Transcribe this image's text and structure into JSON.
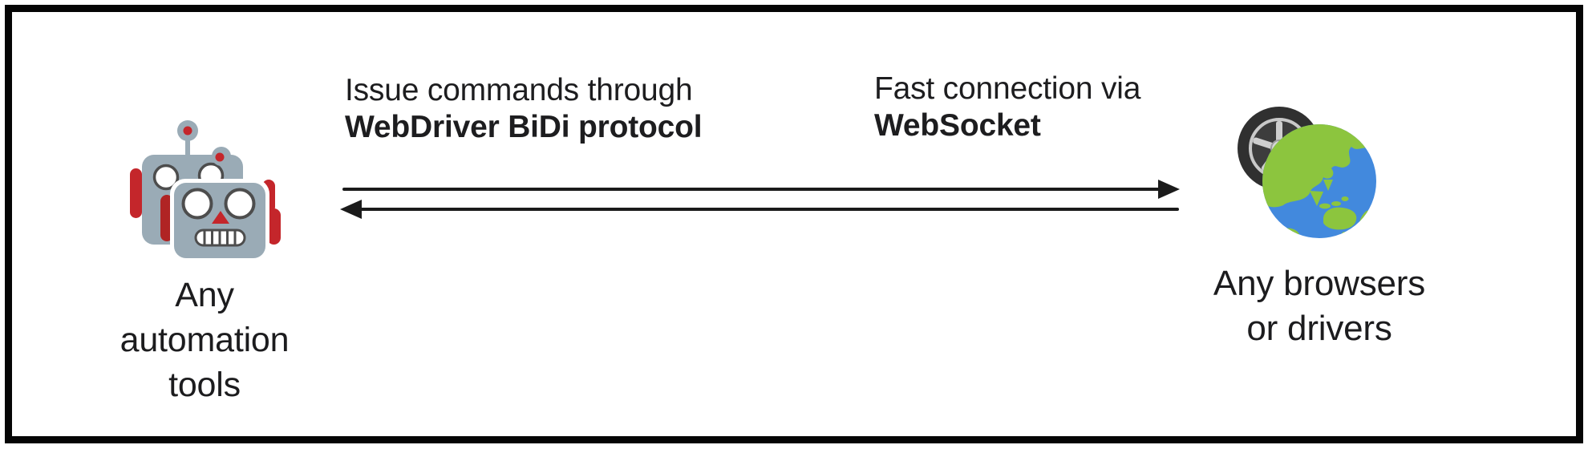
{
  "diagram": {
    "title_context": "WebDriver BiDi bidirectional communication diagram",
    "nodes": {
      "left": {
        "icon": "robots-icon",
        "lines": [
          "Any",
          "automation",
          "tools"
        ]
      },
      "right": {
        "icon": "wheel-globe-icon",
        "lines": [
          "Any browsers",
          "or drivers"
        ]
      }
    },
    "captions": {
      "issue": {
        "line1": "Issue commands through",
        "line2": "WebDriver BiDi protocol"
      },
      "socket": {
        "line1": "Fast connection via",
        "line2": "WebSocket"
      }
    },
    "arrows": [
      {
        "direction": "right",
        "from": "left-node",
        "to": "right-node"
      },
      {
        "direction": "left",
        "from": "right-node",
        "to": "left-node"
      }
    ],
    "colors": {
      "frame": "#050505",
      "text": "#1d1d1f",
      "arrow": "#1b1b1b",
      "robot_gray": "#9aabb6",
      "robot_red": "#c4262b",
      "robot_outline": "#4d4d4d",
      "globe_blue": "#4289dd",
      "land_green": "#8cc53e",
      "tire_dark": "#303030",
      "rim_silver": "#cfcfcf"
    }
  }
}
